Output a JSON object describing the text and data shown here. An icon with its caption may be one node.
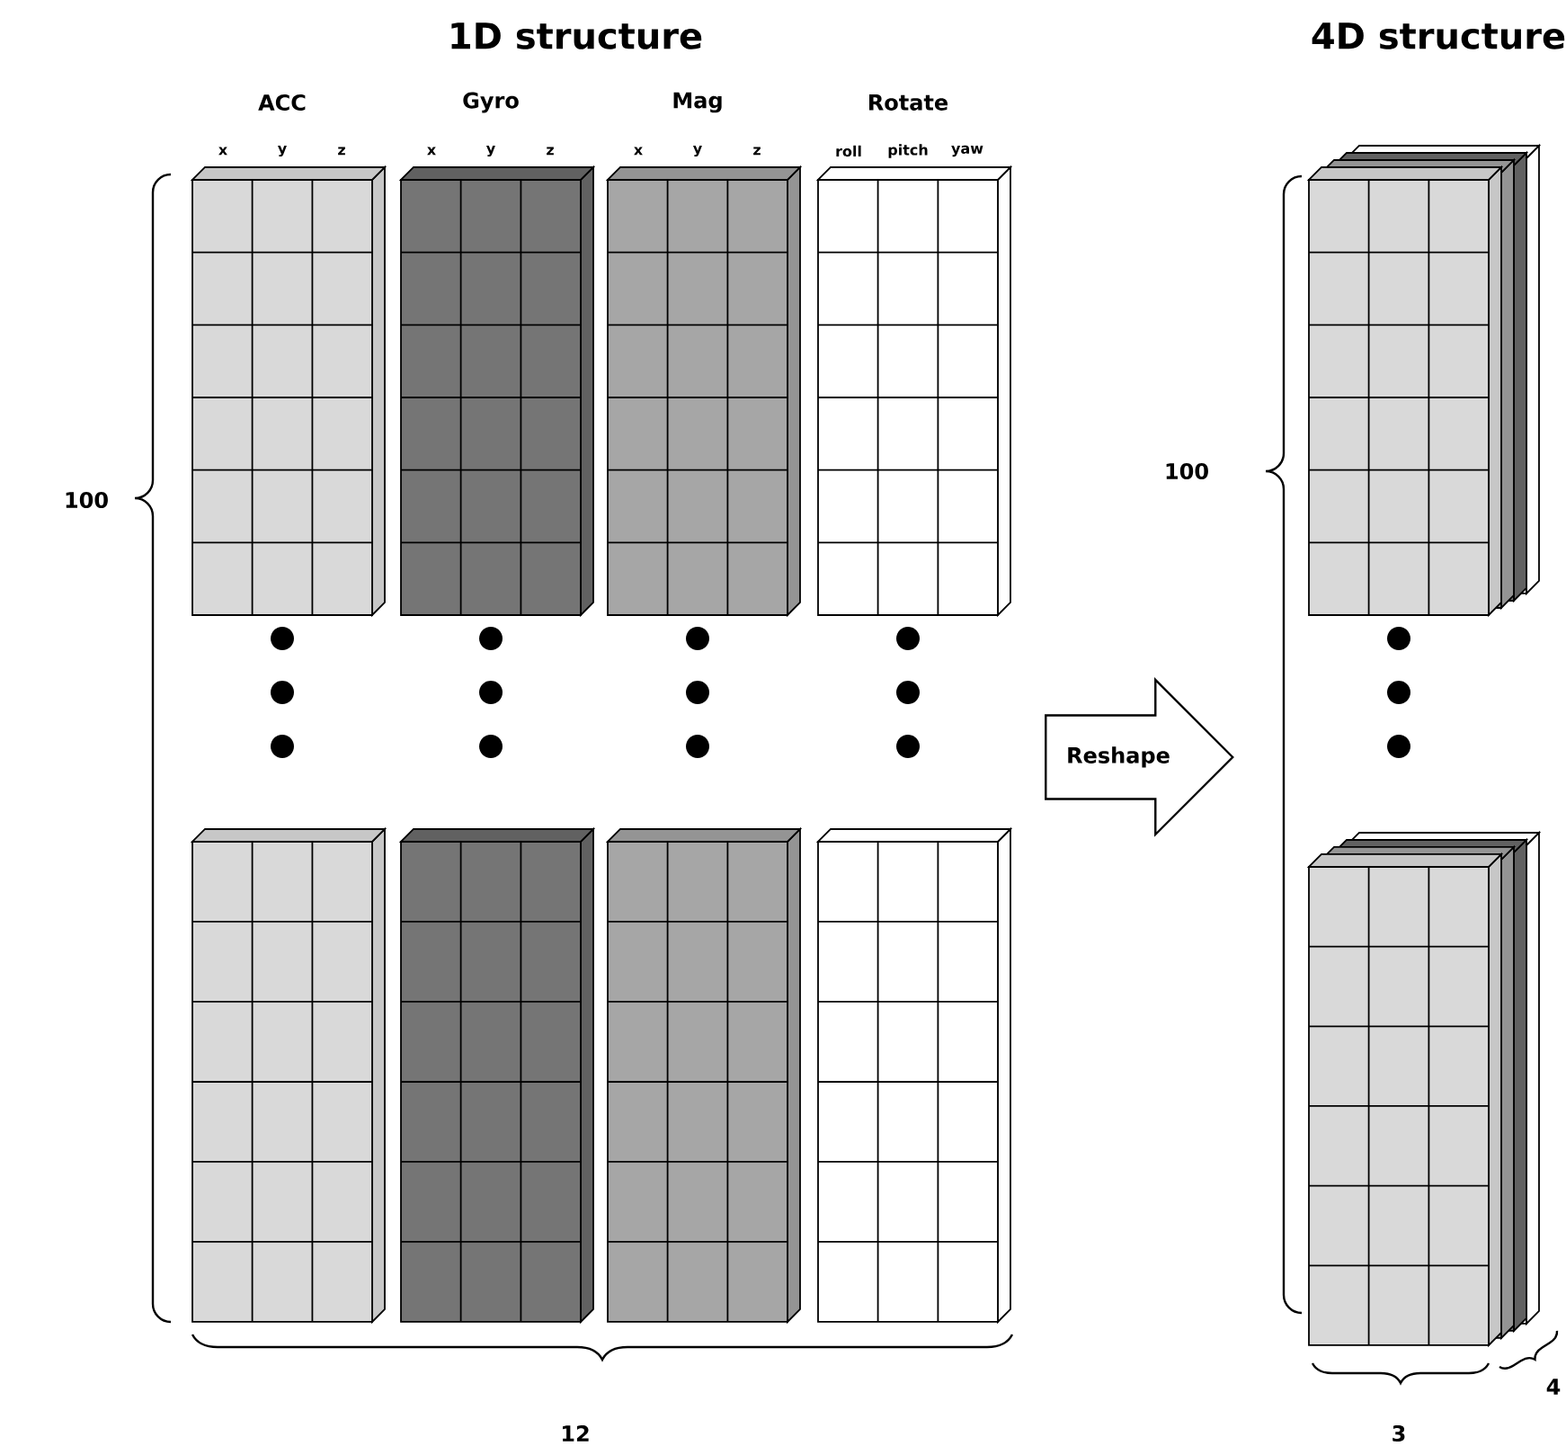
{
  "diagram": {
    "nodes": [
      {
        "text": [
          "Reshape"
        ]
      }
    ],
    "labels": [
      "1D structure",
      "4D structure",
      "ACC",
      "Gyro",
      "Mag",
      "Rotate",
      "x",
      "y",
      "z",
      "x",
      "y",
      "z",
      "x",
      "y",
      "z",
      "roll",
      "pitch",
      "yaw",
      "100",
      "12",
      "100",
      "3",
      "4"
    ]
  }
}
